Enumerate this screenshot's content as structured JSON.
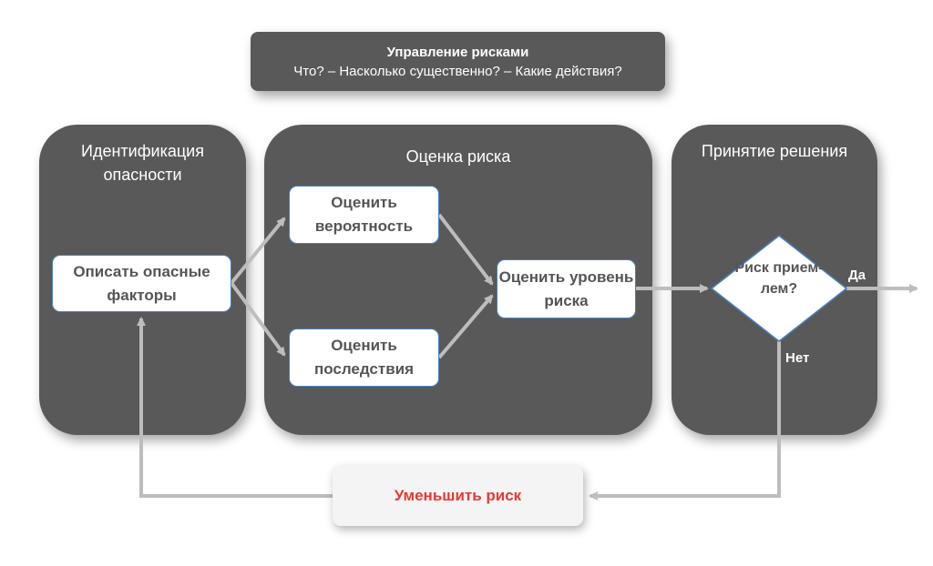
{
  "header": {
    "title": "Управление рисками",
    "subtitle": "Что? – Насколько существенно? – Какие действия?"
  },
  "panels": {
    "identification": {
      "title": "Идентификация опасности"
    },
    "assessment": {
      "title": "Оценка риска"
    },
    "decision": {
      "title": "Принятие решения"
    }
  },
  "nodes": {
    "describe": "Описать опасные факторы",
    "probability": "Оценить вероятность",
    "consequences": "Оценить последствия",
    "level": "Оценить уровень риска",
    "decision": "Риск прием-лем?",
    "reduce": "Уменьшить риск"
  },
  "labels": {
    "yes": "Да",
    "no": "Нет"
  },
  "colors": {
    "panel": "#595959",
    "arrow": "#bdbdbd",
    "node_border": "#4a7fc1",
    "reduce_text": "#e53935"
  }
}
